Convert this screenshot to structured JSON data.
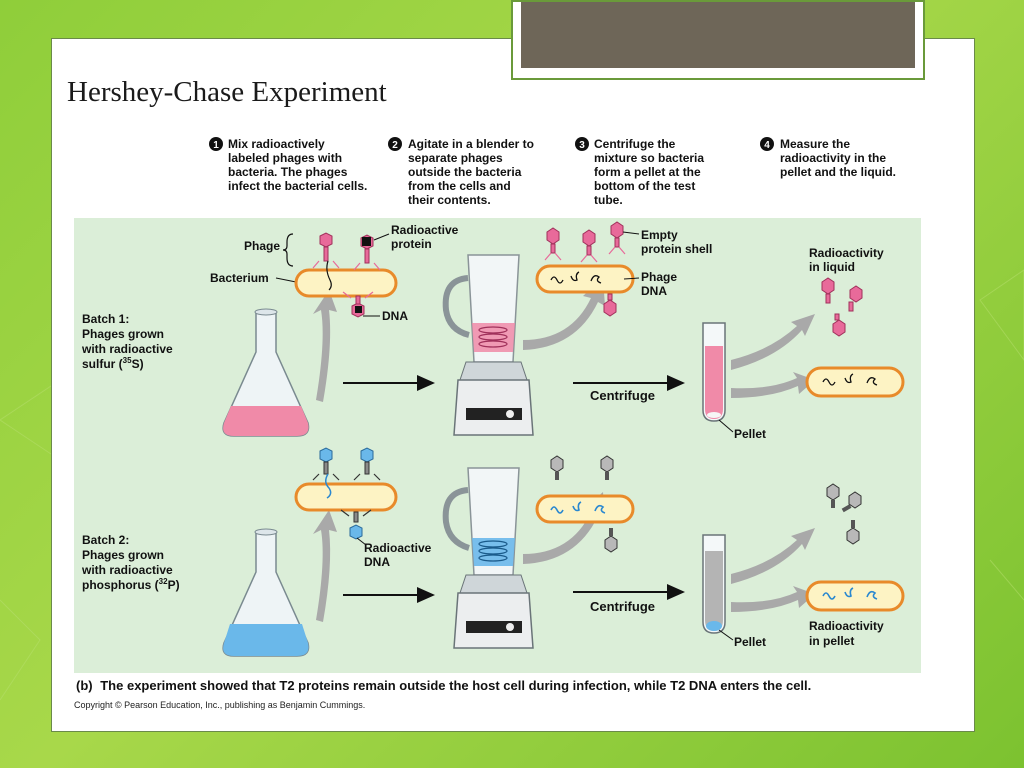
{
  "slide": {
    "title": "Hershey-Chase Experiment"
  },
  "figure": {
    "steps": [
      {
        "num": "1",
        "lines": [
          "Mix radioactively",
          "labeled phages with",
          "bacteria. The phages",
          "infect the bacterial cells."
        ]
      },
      {
        "num": "2",
        "lines": [
          "Agitate in a blender to",
          "separate phages",
          "outside the bacteria",
          "from the cells and",
          "their contents."
        ]
      },
      {
        "num": "3",
        "lines": [
          "Centrifuge the",
          "mixture so bacteria",
          "form a pellet at the",
          "bottom of the test",
          "tube."
        ]
      },
      {
        "num": "4",
        "lines": [
          "Measure the",
          "radioactivity in the",
          "pellet and the liquid."
        ]
      }
    ],
    "batch1": {
      "title": "Batch 1:",
      "lines": [
        "Phages grown",
        "with radioactive",
        "sulfur (",
        "35",
        "S)"
      ]
    },
    "batch2": {
      "title": "Batch 2:",
      "lines": [
        "Phages grown",
        "with radioactive",
        "phosphorus (",
        "32",
        "P)"
      ]
    },
    "labels": {
      "phage": "Phage",
      "bacterium": "Bacterium",
      "radioactive_protein_1": "Radioactive",
      "radioactive_protein_2": "protein",
      "dna": "DNA",
      "empty_shell_1": "Empty",
      "empty_shell_2": "protein shell",
      "phage_dna_1": "Phage",
      "phage_dna_2": "DNA",
      "centrifuge_1": "Centrifuge",
      "centrifuge_2": "Centrifuge",
      "pellet_1": "Pellet",
      "pellet_2": "Pellet",
      "radio_liquid_1": "Radioactivity",
      "radio_liquid_2": "in liquid",
      "radio_dna_1": "Radioactive",
      "radio_dna_2": "DNA",
      "radio_pellet_1": "Radioactivity",
      "radio_pellet_2": "in pellet"
    },
    "caption_b": "(b)",
    "caption": "The experiment showed that T2 proteins remain outside the host cell during infection, while T2 DNA enters the cell.",
    "copyright": "Copyright © Pearson Education, Inc., publishing as Benjamin Cummings.",
    "colors": {
      "panel_bg": "#dbeed8",
      "sulfur": "#f08aa8",
      "phosphorus": "#6ab8ea",
      "bacterium_fill": "#fdf3c4",
      "bacterium_border": "#e88a2a"
    }
  }
}
